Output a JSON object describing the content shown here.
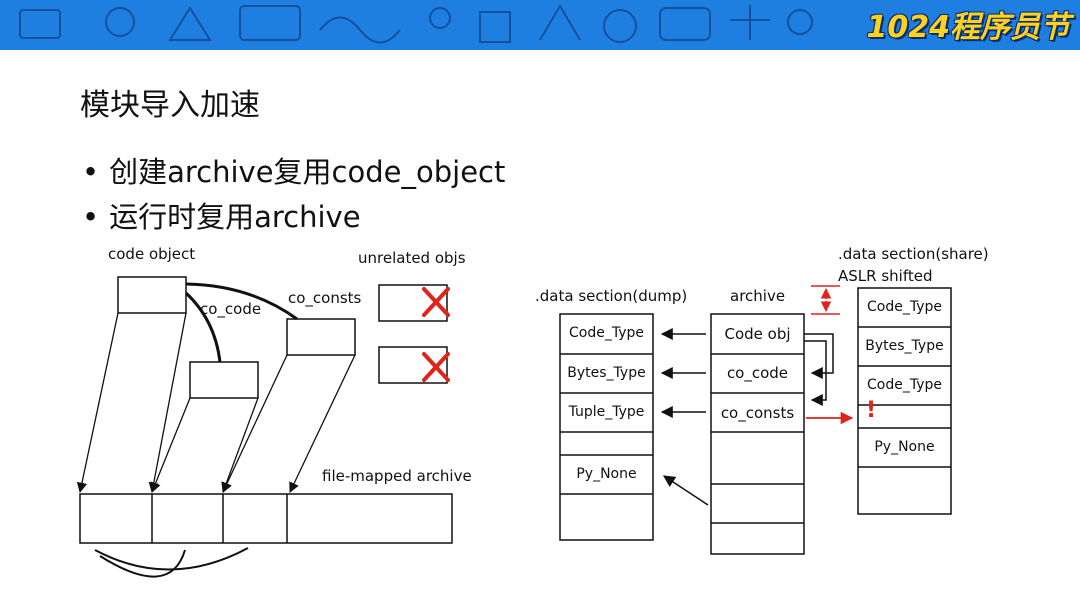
{
  "banner": {
    "festival_text": "1024程序员节"
  },
  "slide": {
    "title": "模块导入加速",
    "bullets": [
      "创建archive复用code_object",
      "运行时复用archive"
    ]
  },
  "left_diagram": {
    "code_object_label": "code object",
    "unrelated_label": "unrelated objs",
    "co_code_label": "co_code",
    "co_consts_label": "co_consts",
    "archive_label": "file-mapped archive"
  },
  "dump_section": {
    "title": ".data section(dump)",
    "cells": [
      "Code_Type",
      "Bytes_Type",
      "Tuple_Type",
      "",
      "Py_None",
      ""
    ]
  },
  "archive_section": {
    "title": "archive",
    "cells": [
      "Code obj",
      "co_code",
      "co_consts",
      "",
      "",
      ""
    ]
  },
  "share_section": {
    "title": ".data section(share)",
    "subtitle": "ASLR shifted",
    "cells": [
      "Code_Type",
      "Bytes_Type",
      "Code_Type",
      "",
      "Py_None",
      ""
    ],
    "warning_mark": "!"
  },
  "colors": {
    "accent_red": "#e0231b",
    "banner_blue": "#1f7fe0",
    "festival_yellow": "#ffd21f"
  }
}
